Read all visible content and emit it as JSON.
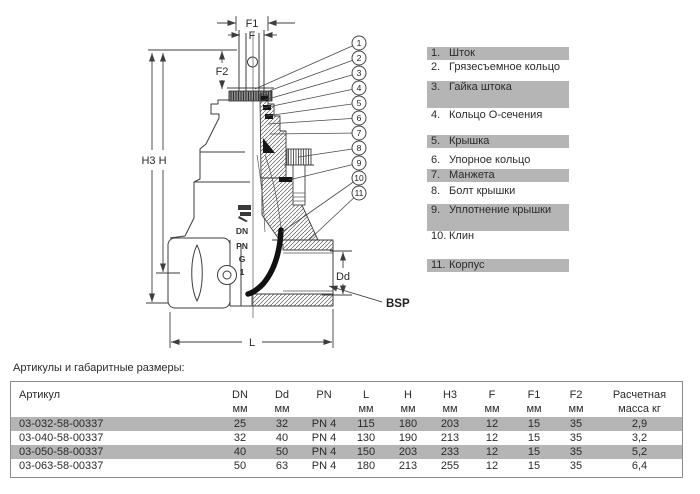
{
  "drawing": {
    "dims": {
      "f1": "F1",
      "f": "F",
      "f2": "F2",
      "h3_h": "H3 H",
      "l": "L",
      "dd": "Dd",
      "bsp": "BSP"
    },
    "callouts": [
      "1",
      "2",
      "3",
      "4",
      "5",
      "6",
      "7",
      "8",
      "9",
      "10",
      "11"
    ],
    "body_markings": [
      "DN",
      "PN",
      "G",
      "1"
    ]
  },
  "parts_list": {
    "items": [
      {
        "num": "1.",
        "label": "Шток",
        "highlight": true,
        "tall": false
      },
      {
        "num": "2.",
        "label": "Грязесъемное кольцо",
        "highlight": false,
        "tall": false
      },
      {
        "num": "3.",
        "label": "Гайка штока",
        "highlight": true,
        "tall": true
      },
      {
        "num": "4.",
        "label": "Кольцо О-сечения",
        "highlight": false,
        "tall": false
      },
      {
        "num": "5.",
        "label": "Крышка",
        "highlight": true,
        "tall": false
      },
      {
        "num": "6.",
        "label": "Упорное кольцо",
        "highlight": false,
        "tall": false
      },
      {
        "num": "7.",
        "label": "Манжета",
        "highlight": true,
        "tall": false
      },
      {
        "num": "8.",
        "label": "Болт крышки",
        "highlight": false,
        "tall": false
      },
      {
        "num": "9.",
        "label": "Уплотнение крышки",
        "highlight": true,
        "tall": true
      },
      {
        "num": "10.",
        "label": "Клин",
        "highlight": false,
        "tall": false
      },
      {
        "num": "11.",
        "label": "Корпус",
        "highlight": true,
        "tall": false
      }
    ]
  },
  "table": {
    "title": "Артикулы и габаритные размеры:",
    "headers": [
      {
        "label": "Артикул",
        "unit": ""
      },
      {
        "label": "DN",
        "unit": "мм"
      },
      {
        "label": "Dd",
        "unit": "мм"
      },
      {
        "label": "PN",
        "unit": ""
      },
      {
        "label": "L",
        "unit": "мм"
      },
      {
        "label": "H",
        "unit": "мм"
      },
      {
        "label": "H3",
        "unit": "мм"
      },
      {
        "label": "F",
        "unit": "мм"
      },
      {
        "label": "F1",
        "unit": "мм"
      },
      {
        "label": "F2",
        "unit": "мм"
      },
      {
        "label": "Расчетная",
        "unit": "масса кг"
      }
    ],
    "rows": [
      {
        "cells": [
          "03-032-58-00337",
          "25",
          "32",
          "PN 4",
          "115",
          "180",
          "203",
          "12",
          "15",
          "35",
          "2,9"
        ],
        "highlight": true
      },
      {
        "cells": [
          "03-040-58-00337",
          "32",
          "40",
          "PN 4",
          "130",
          "190",
          "213",
          "12",
          "15",
          "35",
          "3,2"
        ],
        "highlight": false
      },
      {
        "cells": [
          "03-050-58-00337",
          "40",
          "50",
          "PN 4",
          "150",
          "203",
          "233",
          "12",
          "15",
          "35",
          "5,2"
        ],
        "highlight": true
      },
      {
        "cells": [
          "03-063-58-00337",
          "50",
          "63",
          "PN 4",
          "180",
          "213",
          "255",
          "12",
          "15",
          "35",
          "6,4"
        ],
        "highlight": false
      }
    ]
  },
  "colors": {
    "highlight_gray": "#b5b5b5",
    "line": "#3d3d3d",
    "text": "#2b2b2b",
    "table_border": "#8d8d8d"
  }
}
